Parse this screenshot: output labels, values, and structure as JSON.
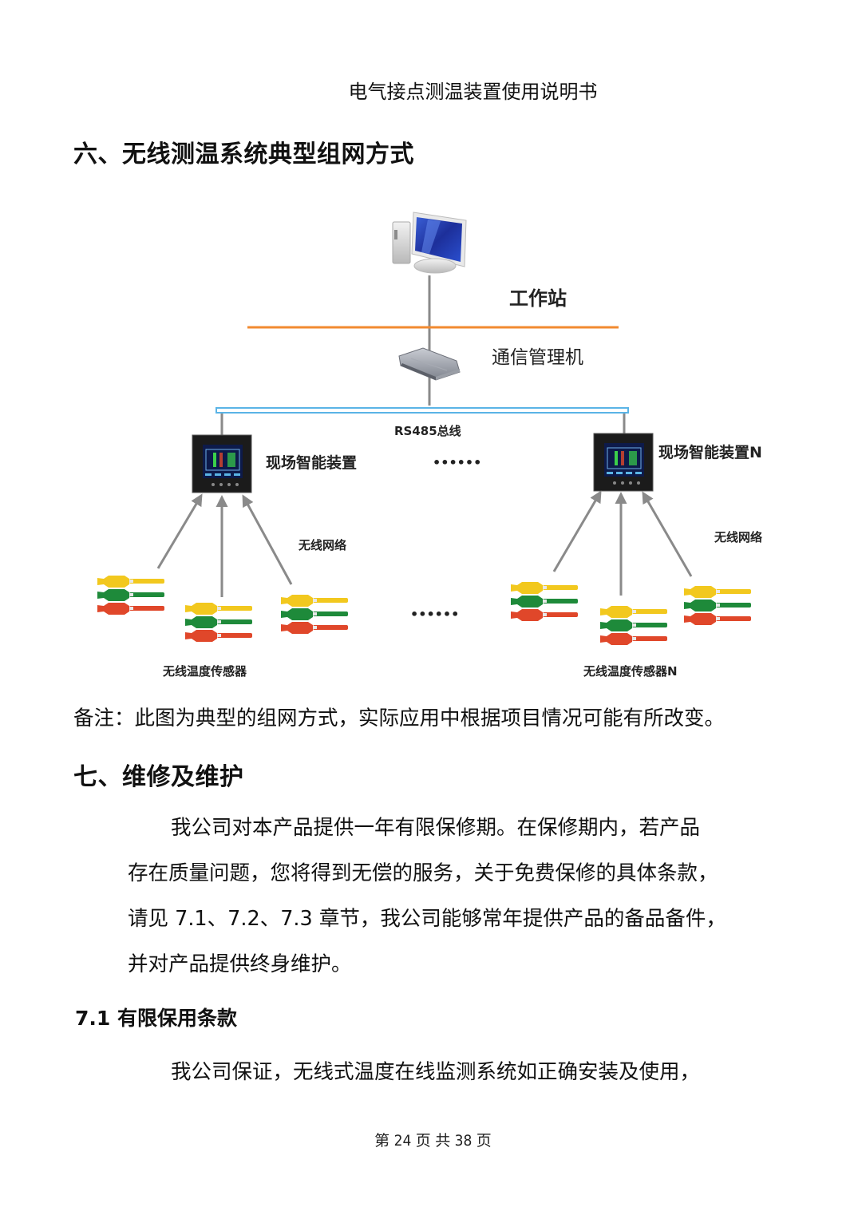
{
  "header": {
    "doc_title": "电气接点测温装置使用说明书"
  },
  "section6": {
    "heading": "六、无线测温系统典型组网方式",
    "diagram": {
      "workstation_label": "工作站",
      "comm_manager_label": "通信管理机",
      "bus_label": "RS485总线",
      "device_label_1": "现场智能装置",
      "device_label_n": "现场智能装置N",
      "ellipsis": "••••••",
      "wireless_label_1": "无线网络",
      "wireless_label_n": "无线网络",
      "sensor_label_1": "无线温度传感器",
      "sensor_label_n": "无线温度传感器N",
      "colors": {
        "orange_line": "#f28a30",
        "bus_outline": "#5ab4e6",
        "connector": "#8a8a8a",
        "sensor_yellow": "#f2c81e",
        "sensor_green": "#1e8a3a",
        "sensor_red": "#e0472a"
      }
    },
    "note": "备注：此图为典型的组网方式，实际应用中根据项目情况可能有所改变。"
  },
  "section7": {
    "heading": "七、维修及维护",
    "paragraph_lines": [
      "我公司对本产品提供一年有限保修期。在保修期内，若产品",
      "存在质量问题，您将得到无偿的服务，关于免费保修的具体条款，",
      "请见 7.1、7.2、7.3 章节，我公司能够常年提供产品的备品备件，",
      "并对产品提供终身维护。"
    ],
    "sub71": {
      "heading": "7.1  有限保用条款",
      "paragraph_lines": [
        "我公司保证，无线式温度在线监测系统如正确安装及使用，"
      ]
    }
  },
  "footer": {
    "page_text": "第 24 页 共 38 页"
  }
}
